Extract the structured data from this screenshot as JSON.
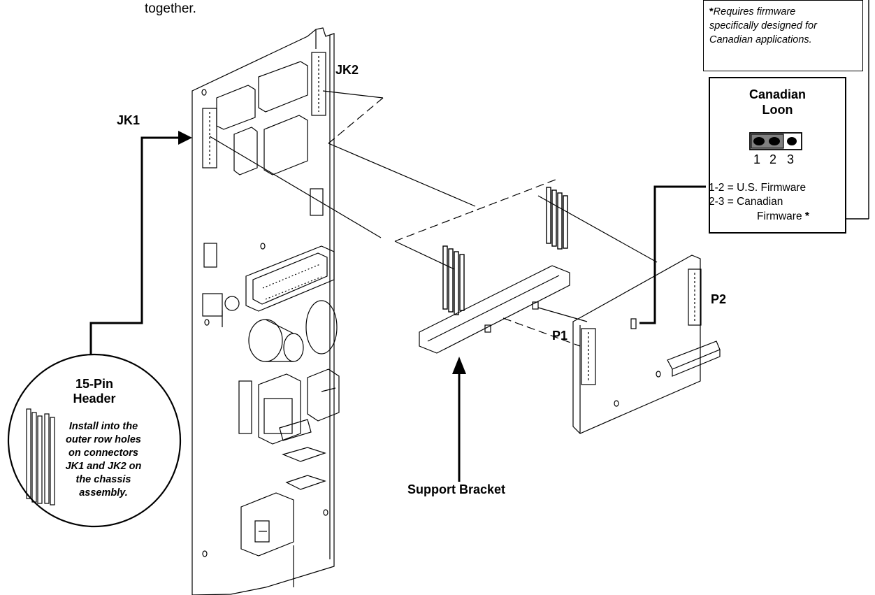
{
  "top_fragment": "together.",
  "labels": {
    "jk1": "JK1",
    "jk2": "JK2",
    "p1": "P1",
    "p2": "P2",
    "support_bracket": "Support Bracket"
  },
  "firmware_note": {
    "line1": "Requires firmware",
    "line2": "specifically designed for",
    "line3": "Canadian applications.",
    "symbol": "*"
  },
  "loon_box": {
    "title_line1": "Canadian",
    "title_line2": "Loon",
    "pin1": "1",
    "pin2": "2",
    "pin3": "3",
    "setting1": "1-2 = U.S. Firmware",
    "setting2_line1": "2-3 = Canadian",
    "setting2_line2": "Firmware",
    "setting2_symbol": "*"
  },
  "header_callout": {
    "title_line1": "15-Pin",
    "title_line2": "Header",
    "body_line1": "Install into the",
    "body_line2": "outer row holes",
    "body_line3": "on connectors",
    "body_line4": "JK1 and JK2 on",
    "body_line5": "the chassis",
    "body_line6": "assembly."
  },
  "colors": {
    "line": "#000000",
    "background": "#ffffff",
    "jumper_fill": "#808080"
  }
}
